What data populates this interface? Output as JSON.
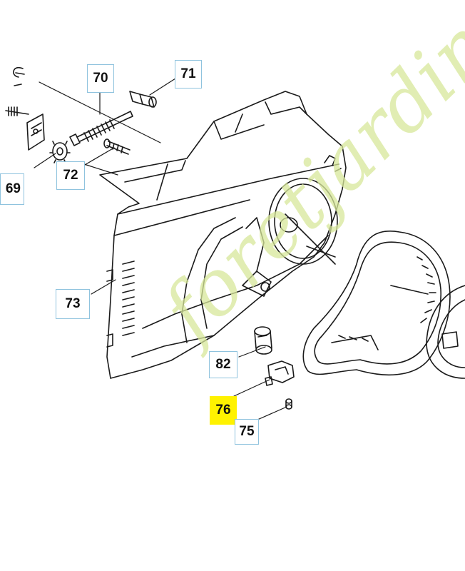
{
  "diagram": {
    "callouts": [
      {
        "id": "c69",
        "label": "69",
        "highlighted": false
      },
      {
        "id": "c70",
        "label": "70",
        "highlighted": false
      },
      {
        "id": "c71",
        "label": "71",
        "highlighted": false
      },
      {
        "id": "c72",
        "label": "72",
        "highlighted": false
      },
      {
        "id": "c73",
        "label": "73",
        "highlighted": false
      },
      {
        "id": "c82",
        "label": "82",
        "highlighted": false
      },
      {
        "id": "c76",
        "label": "76",
        "highlighted": true
      },
      {
        "id": "c75",
        "label": "75",
        "highlighted": false
      }
    ],
    "watermark": "foretjardin.com",
    "colors": {
      "line": "#1a1a1a",
      "callout_border": "#8fc3de",
      "highlight": "#fff200",
      "watermark": "#d8e89a"
    }
  }
}
